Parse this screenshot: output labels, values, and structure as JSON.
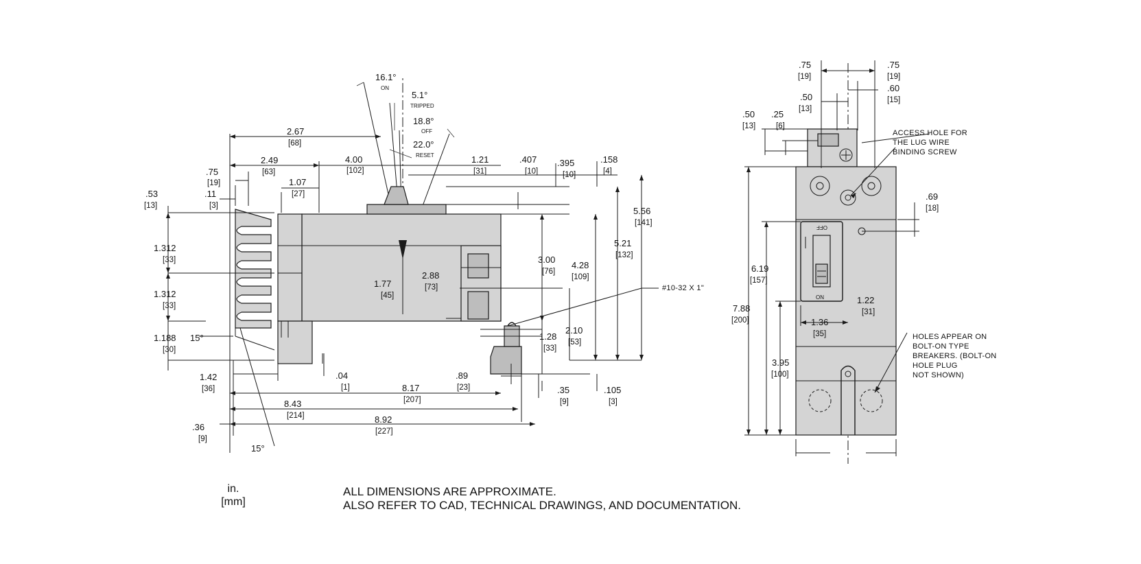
{
  "side_view": {
    "angles": {
      "on": {
        "value": "16.1°",
        "label": "ON"
      },
      "tripped": {
        "value": "5.1°",
        "label": "TRIPPED"
      },
      "off": {
        "value": "18.8°",
        "label": "OFF"
      },
      "reset": {
        "value": "22.0°",
        "label": "RESET"
      },
      "lug_angle_top": "15°",
      "lug_angle_bottom": "15°"
    },
    "dimensions": {
      "d267": {
        "in": "2.67",
        "mm": "[68]"
      },
      "d249": {
        "in": "2.49",
        "mm": "[63]"
      },
      "d075": {
        "in": ".75",
        "mm": "[19]"
      },
      "d011": {
        "in": ".11",
        "mm": "[3]"
      },
      "d107": {
        "in": "1.07",
        "mm": "[27]"
      },
      "d053": {
        "in": ".53",
        "mm": "[13]"
      },
      "d400": {
        "in": "4.00",
        "mm": "[102]"
      },
      "d121": {
        "in": "1.21",
        "mm": "[31]"
      },
      "d407": {
        "in": ".407",
        "mm": "[10]"
      },
      "d395": {
        "in": ".395",
        "mm": "[10]"
      },
      "d158": {
        "in": ".158",
        "mm": "[4]"
      },
      "d556": {
        "in": "5.56",
        "mm": "[141]"
      },
      "d521": {
        "in": "5.21",
        "mm": "[132]"
      },
      "d428": {
        "in": "4.28",
        "mm": "[109]"
      },
      "d300": {
        "in": "3.00",
        "mm": "[76]"
      },
      "d1312a": {
        "in": "1.312",
        "mm": "[33]"
      },
      "d1312b": {
        "in": "1.312",
        "mm": "[33]"
      },
      "d1188": {
        "in": "1.188",
        "mm": "[30]"
      },
      "d177": {
        "in": "1.77",
        "mm": "[45]"
      },
      "d288": {
        "in": "2.88",
        "mm": "[73]"
      },
      "d210": {
        "in": "2.10",
        "mm": "[53]"
      },
      "d128": {
        "in": "1.28",
        "mm": "[33]"
      },
      "d142": {
        "in": "1.42",
        "mm": "[36]"
      },
      "d004": {
        "in": ".04",
        "mm": "[1]"
      },
      "d089": {
        "in": ".89",
        "mm": "[23]"
      },
      "d035": {
        "in": ".35",
        "mm": "[9]"
      },
      "d105": {
        "in": ".105",
        "mm": "[3]"
      },
      "d817": {
        "in": "8.17",
        "mm": "[207]"
      },
      "d843": {
        "in": "8.43",
        "mm": "[214]"
      },
      "d892": {
        "in": "8.92",
        "mm": "[227]"
      },
      "d036": {
        "in": ".36",
        "mm": "[9]"
      }
    },
    "screw_callout": "#10-32 X 1\""
  },
  "front_view": {
    "dimensions": {
      "f075a": {
        "in": ".75",
        "mm": "[19]"
      },
      "f075b": {
        "in": ".75",
        "mm": "[19]"
      },
      "f060": {
        "in": ".60",
        "mm": "[15]"
      },
      "f050a": {
        "in": ".50",
        "mm": "[13]"
      },
      "f050b": {
        "in": ".50",
        "mm": "[13]"
      },
      "f025": {
        "in": ".25",
        "mm": "[6]"
      },
      "f069": {
        "in": ".69",
        "mm": "[18]"
      },
      "f619": {
        "in": "6.19",
        "mm": "[157]"
      },
      "f788": {
        "in": "7.88",
        "mm": "[200]"
      },
      "f122": {
        "in": "1.22",
        "mm": "[31]"
      },
      "f136": {
        "in": "1.36",
        "mm": "[35]"
      },
      "f395": {
        "in": "3.95",
        "mm": "[100]"
      }
    },
    "notes": {
      "access_hole": [
        "ACCESS HOLE FOR",
        "THE LUG WIRE",
        "BINDING SCREW"
      ],
      "holes": [
        "HOLES APPEAR ON",
        "BOLT-ON TYPE",
        "BREAKERS. (BOLT-ON",
        "HOLE PLUG",
        "NOT SHOWN)"
      ]
    },
    "handle_marks": {
      "top": "OFF",
      "bottom": "ON"
    }
  },
  "units": {
    "inch": "in.",
    "mm": "[mm]"
  },
  "footer": {
    "line1": "ALL DIMENSIONS ARE APPROXIMATE.",
    "line2": "ALSO REFER TO CAD, TECHNICAL DRAWINGS, AND DOCUMENTATION."
  }
}
